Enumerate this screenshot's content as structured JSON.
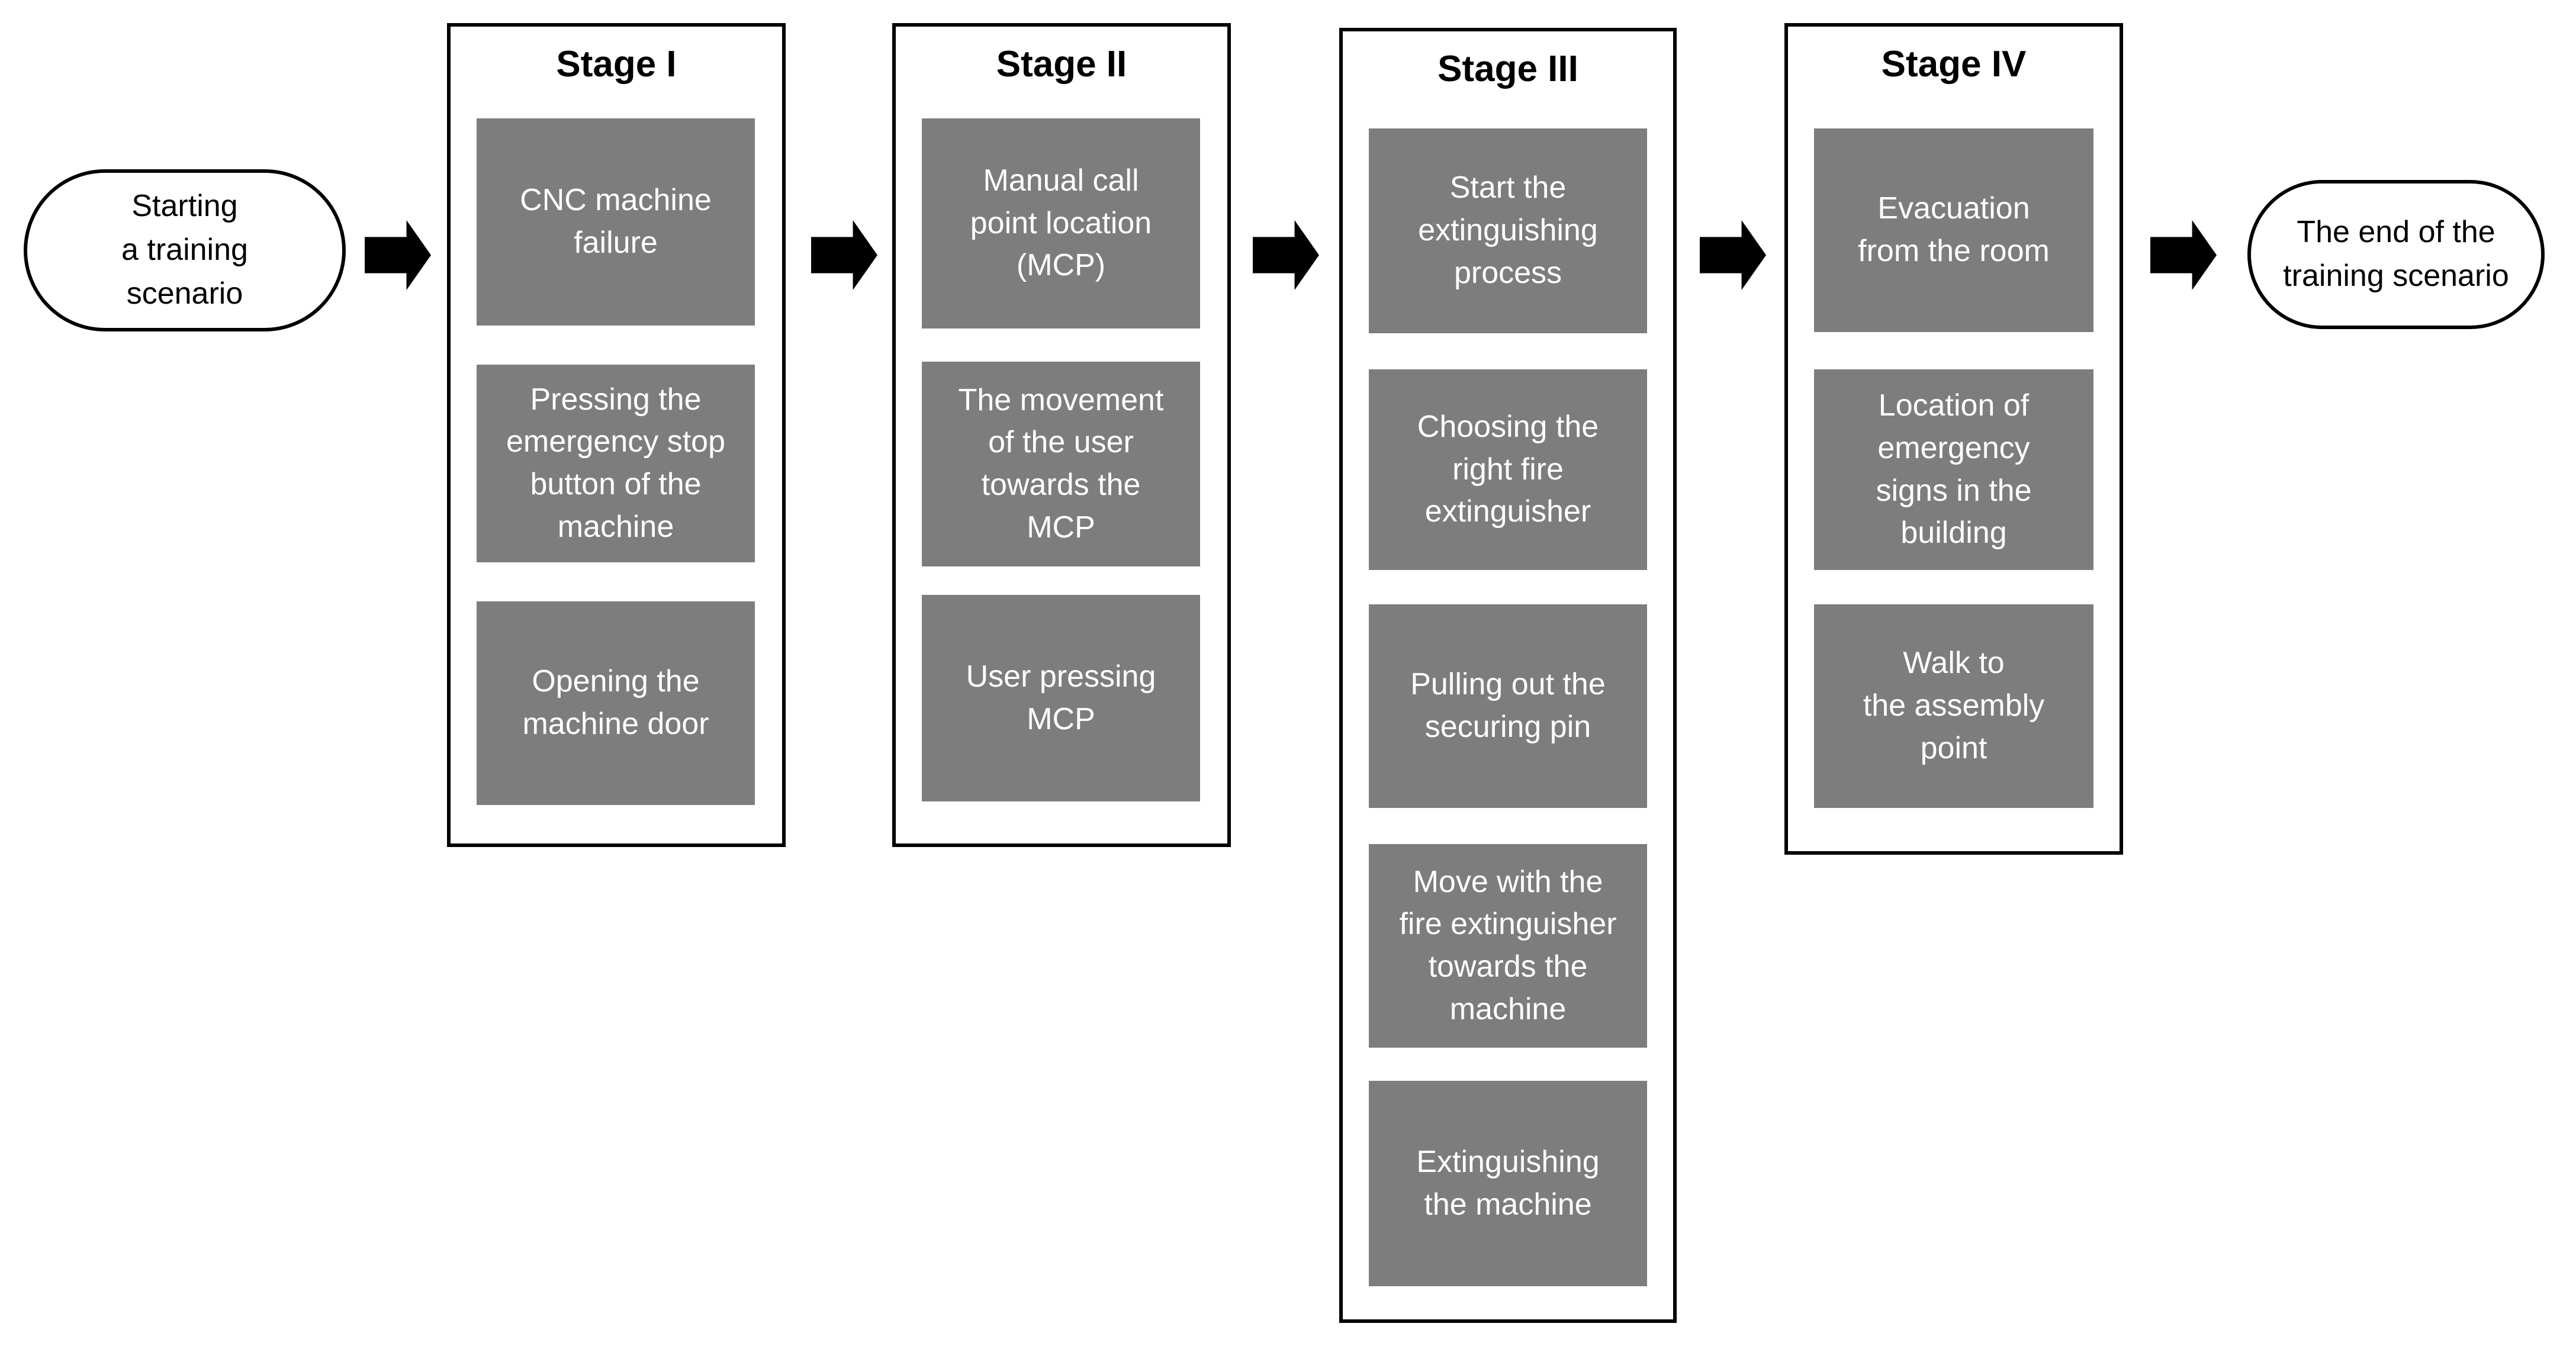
{
  "start_node": {
    "label": "Starting\na training\nscenario"
  },
  "end_node": {
    "label": "The end of the\ntraining scenario"
  },
  "stages": [
    {
      "title": "Stage I",
      "steps": [
        "CNC machine\nfailure",
        "Pressing the\nemergency stop\nbutton of the\nmachine",
        "Opening the\nmachine door"
      ]
    },
    {
      "title": "Stage II",
      "steps": [
        "Manual call\npoint location\n(MCP)",
        "The movement\nof the user\ntowards the\nMCP",
        "User pressing\nMCP"
      ]
    },
    {
      "title": "Stage III",
      "steps": [
        "Start the\nextinguishing\nprocess",
        "Choosing the\nright fire\nextinguisher",
        "Pulling out the\nsecuring pin",
        "Move with the\nfire extinguisher\ntowards the\nmachine",
        "Extinguishing\nthe machine"
      ]
    },
    {
      "title": "Stage IV",
      "steps": [
        "Evacuation\nfrom the room",
        "Location of\nemergency\nsigns in the\nbuilding",
        "Walk to\nthe assembly\npoint"
      ]
    }
  ],
  "colors": {
    "box_fill": "#7d7d7d",
    "box_text": "#ffffff",
    "outline": "#000000",
    "arrow": "#000000",
    "background": "#ffffff"
  }
}
